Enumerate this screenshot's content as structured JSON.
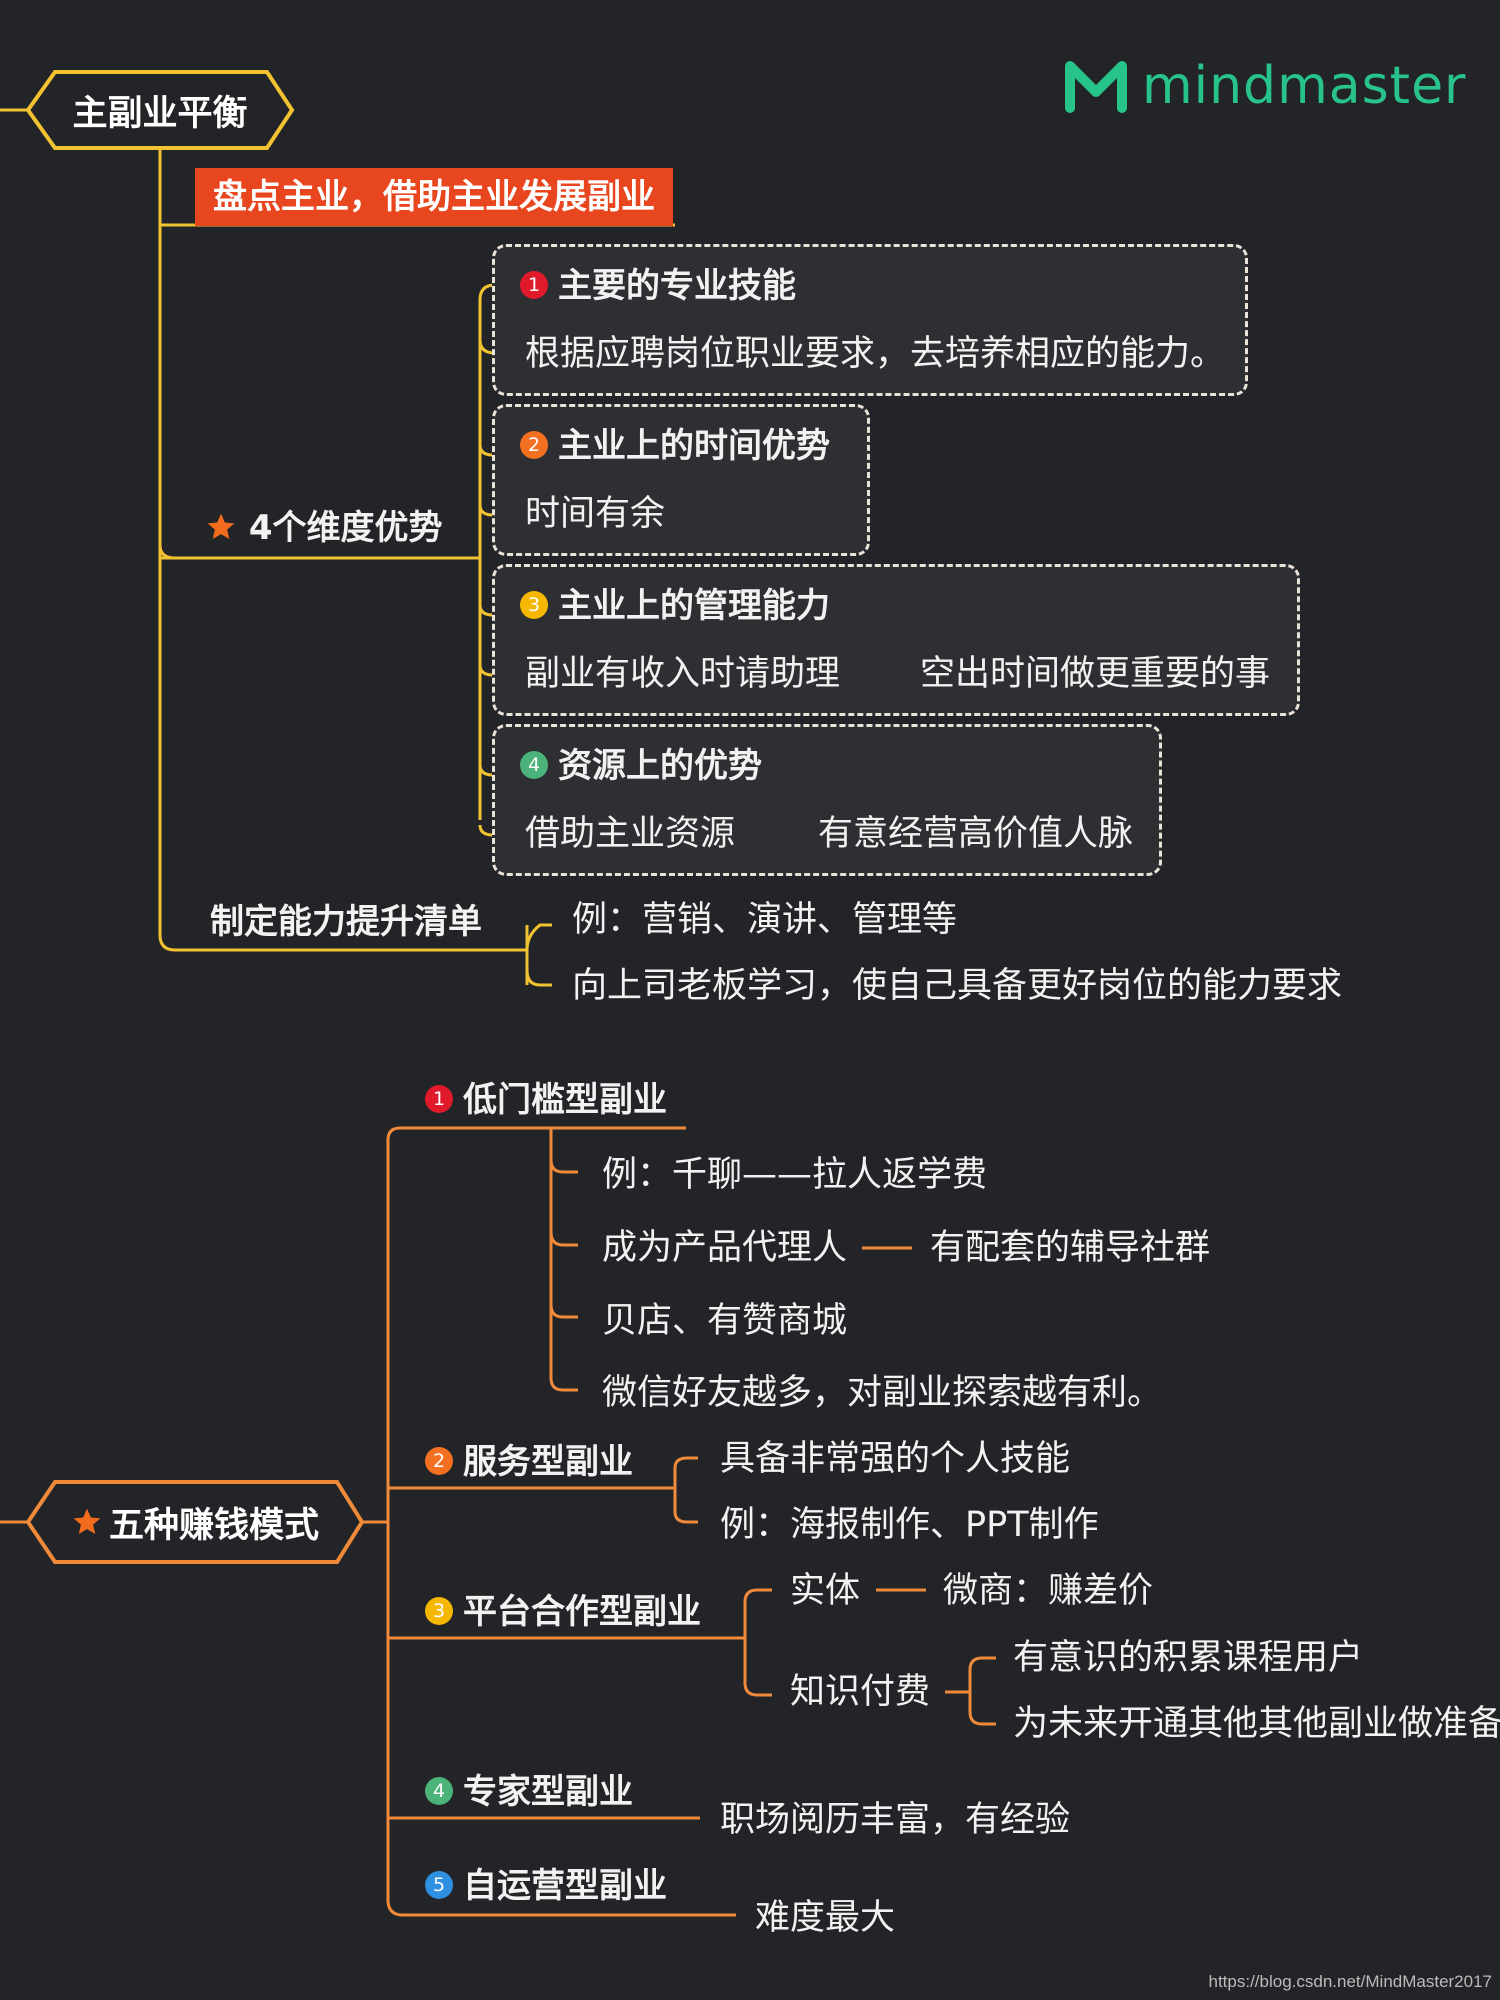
{
  "brand": {
    "name": "mindmaster",
    "color": "#28c28b"
  },
  "watermark": "https://blog.csdn.net/MindMaster2017",
  "colors": {
    "yellow_branch": "#f2c230",
    "orange_branch": "#ef8a3a",
    "highlight_bg": "#e8461e",
    "background": "#232427"
  },
  "section1": {
    "root": "主副业平衡",
    "highlight": "盘点主业，借助主业发展副业",
    "dimensions": {
      "label": "4个维度优势",
      "icon": "star-icon",
      "items": [
        {
          "num": "1",
          "title": "主要的专业技能",
          "detail": "根据应聘岗位职业要求，去培养相应的能力。"
        },
        {
          "num": "2",
          "title": "主业上的时间优势",
          "detail": "时间有余"
        },
        {
          "num": "3",
          "title": "主业上的管理能力",
          "detail": "副业有收入时请助理",
          "detail_next": "空出时间做更重要的事"
        },
        {
          "num": "4",
          "title": "资源上的优势",
          "detail": "借助主业资源",
          "detail_next": "有意经营高价值人脉"
        }
      ]
    },
    "plan": {
      "label": "制定能力提升清单",
      "items": [
        "例：营销、演讲、管理等",
        "向上司老板学习，使自己具备更好岗位的能力要求"
      ]
    }
  },
  "section2": {
    "root": "五种赚钱模式",
    "root_icon": "star-icon",
    "modes": [
      {
        "num": "1",
        "title": "低门槛型副业",
        "items": [
          "例：千聊——拉人返学费",
          "成为产品代理人",
          "贝店、有赞商城",
          "微信好友越多，对副业探索越有利。"
        ],
        "item_next": "有配套的辅导社群"
      },
      {
        "num": "2",
        "title": "服务型副业",
        "items": [
          "具备非常强的个人技能",
          "例：海报制作、PPT制作"
        ]
      },
      {
        "num": "3",
        "title": "平台合作型副业",
        "items": [
          {
            "label": "实体",
            "next": "微商：赚差价"
          },
          {
            "label": "知识付费",
            "children": [
              "有意识的积累课程用户",
              "为未来开通其他其他副业做准备"
            ]
          }
        ]
      },
      {
        "num": "4",
        "title": "专家型副业",
        "detail": "职场阅历丰富，有经验"
      },
      {
        "num": "5",
        "title": "自运营型副业",
        "detail": "难度最大"
      }
    ]
  }
}
